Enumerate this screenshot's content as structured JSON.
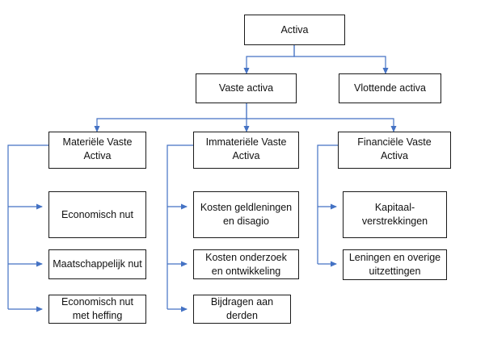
{
  "colors": {
    "connector": "#4472C4",
    "box_border": "#1a1a1a",
    "text": "#111111"
  },
  "nodes": {
    "root": "Activa",
    "vaste": "Vaste activa",
    "vlottende": "Vlottende activa",
    "materiele": "Materiële Vaste\nActiva",
    "immateriele": "Immateriële Vaste\nActiva",
    "financiele": "Financiële Vaste\nActiva",
    "mat_1": "Economisch nut",
    "mat_2": "Maatschappelijk nut",
    "mat_3": "Economisch nut\nmet heffing",
    "imm_1": "Kosten geldleningen\nen disagio",
    "imm_2": "Kosten onderzoek\nen ontwikkeling",
    "imm_3": "Bijdragen aan\nderden",
    "fin_1": "Kapitaal-\nverstrekkingen",
    "fin_2": "Leningen en overige\nuitzettingen"
  }
}
